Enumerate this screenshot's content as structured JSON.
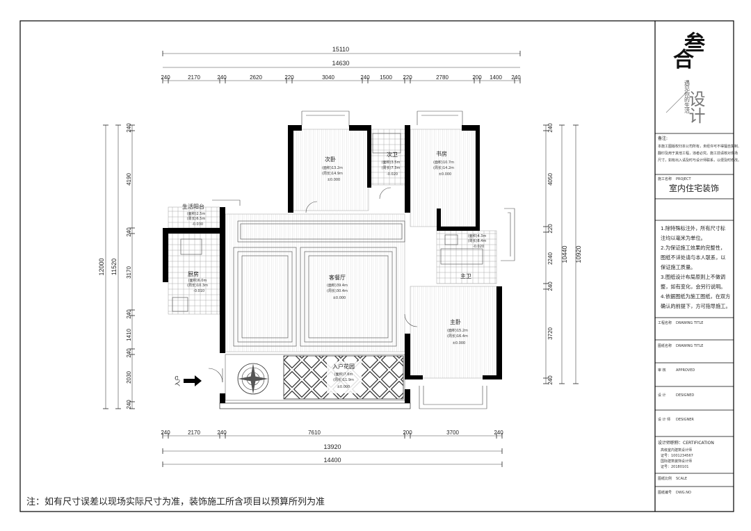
{
  "plan": {
    "dims_top": {
      "overall": "15110",
      "sub_total": "14630",
      "segments": [
        "240",
        "2170",
        "240",
        "2620",
        "220",
        "3040",
        "240",
        "1500",
        "220",
        "2780",
        "200",
        "1400",
        "240"
      ]
    },
    "dims_bottom": {
      "segments": [
        "240",
        "2170",
        "240",
        "7610",
        "200",
        "3700",
        "240"
      ],
      "sub_total": "13920",
      "overall": "14400"
    },
    "dims_left": {
      "overall": "12000",
      "sub_total": "11520",
      "segments": [
        "240",
        "4190",
        "240",
        "3170",
        "240",
        "1410",
        "240",
        "2030",
        "240"
      ]
    },
    "dims_right": {
      "overall": "10920",
      "sub_total": "10440",
      "segments": [
        "240",
        "4050",
        "220",
        "2240",
        "240",
        "3720",
        "240"
      ]
    },
    "rooms": [
      {
        "name": "次卧",
        "area": "(面积)13.2m",
        "perimeter": "(周长)14.9m",
        "level": "±0.000"
      },
      {
        "name": "次卫",
        "area": "(面积)3.5m",
        "perimeter": "(周长)7.3m",
        "level": "-0.020"
      },
      {
        "name": "书房",
        "area": "(面积)10.7m",
        "perimeter": "(周长)14.2m",
        "level": "±0.000"
      },
      {
        "name": "生活阳台",
        "area": "(面积)2.5m",
        "perimeter": "(周长)6.5m",
        "level": "-0.030"
      },
      {
        "name": "厨房",
        "area": "(面积)6.0m",
        "perimeter": "(周长)10.3m",
        "level": "-0.010"
      },
      {
        "name": "客餐厅",
        "area": "(面积)39.4m",
        "perimeter": "(周长)30.4m",
        "level": "±0.000"
      },
      {
        "name": "主卫",
        "area": "(面积)4.3m",
        "perimeter": "(周长)8.4m",
        "level": "-0.020"
      },
      {
        "name": "主卧",
        "area": "(面积)15.2m",
        "perimeter": "(周长)16.4m",
        "level": "±0.000"
      },
      {
        "name": "入户花园",
        "area": "(面积)7.6m",
        "perimeter": "(周长)11.9m",
        "level": "±0.000"
      }
    ],
    "entry_label": "入户",
    "footnote": "注：如有尺寸误差以现场实际尺寸为准，装饰施工所含项目以预算所列为准"
  },
  "title_block": {
    "logo_glyph_top": "叁",
    "logo_glyph_bottom": "合",
    "logo_word": "设计",
    "logo_tagline": "遇见你的生活",
    "remarks_label": "备注:",
    "remarks_text": [
      "本施工图版权归本公司所有，未经许可不得擅自复制、",
      "翻印及用于其他工程，违者必究。施工前请核对现场",
      "尺寸，如有出入请及时与设计师联系，以便及时修改。"
    ],
    "project_label": "施工名称",
    "project_code": "PROJECT",
    "project_name": "室内住宅装饰",
    "notes": [
      "1.除特殊标注外，所有尺寸标",
      "注均以毫米为单位。",
      "2.为保证施工效果的完整性，",
      "图纸不详处请与本人联系，以",
      "保证施工质量。",
      "3.图纸设计布局原则上不做调",
      "整，如有变化，会另行说明。",
      "4.依据图纸为施工图纸，在双方",
      "确认的前提下，方可指导施工。"
    ],
    "fields": [
      {
        "label": "工程名称",
        "value": "DRAWING TITLE"
      },
      {
        "label": "图纸名称",
        "value": "DRAWING TITLE"
      },
      {
        "label": "审    核",
        "value": "APPROVED"
      },
      {
        "label": "设    计",
        "value": "DESIGNED"
      },
      {
        "label": "设 计 师",
        "value": "DESIGNER"
      }
    ],
    "cert_title": "设计师职称：CERTIFICATION",
    "cert_lines": [
      "高级室内建筑设计师",
      "证号：1001234567",
      "国际建筑装饰设计师",
      "证号：20180101"
    ],
    "bottom_fields": [
      {
        "label": "图纸比例",
        "value": "SCALE"
      },
      {
        "label": "图纸编号",
        "value": "DWG.NO"
      }
    ]
  }
}
